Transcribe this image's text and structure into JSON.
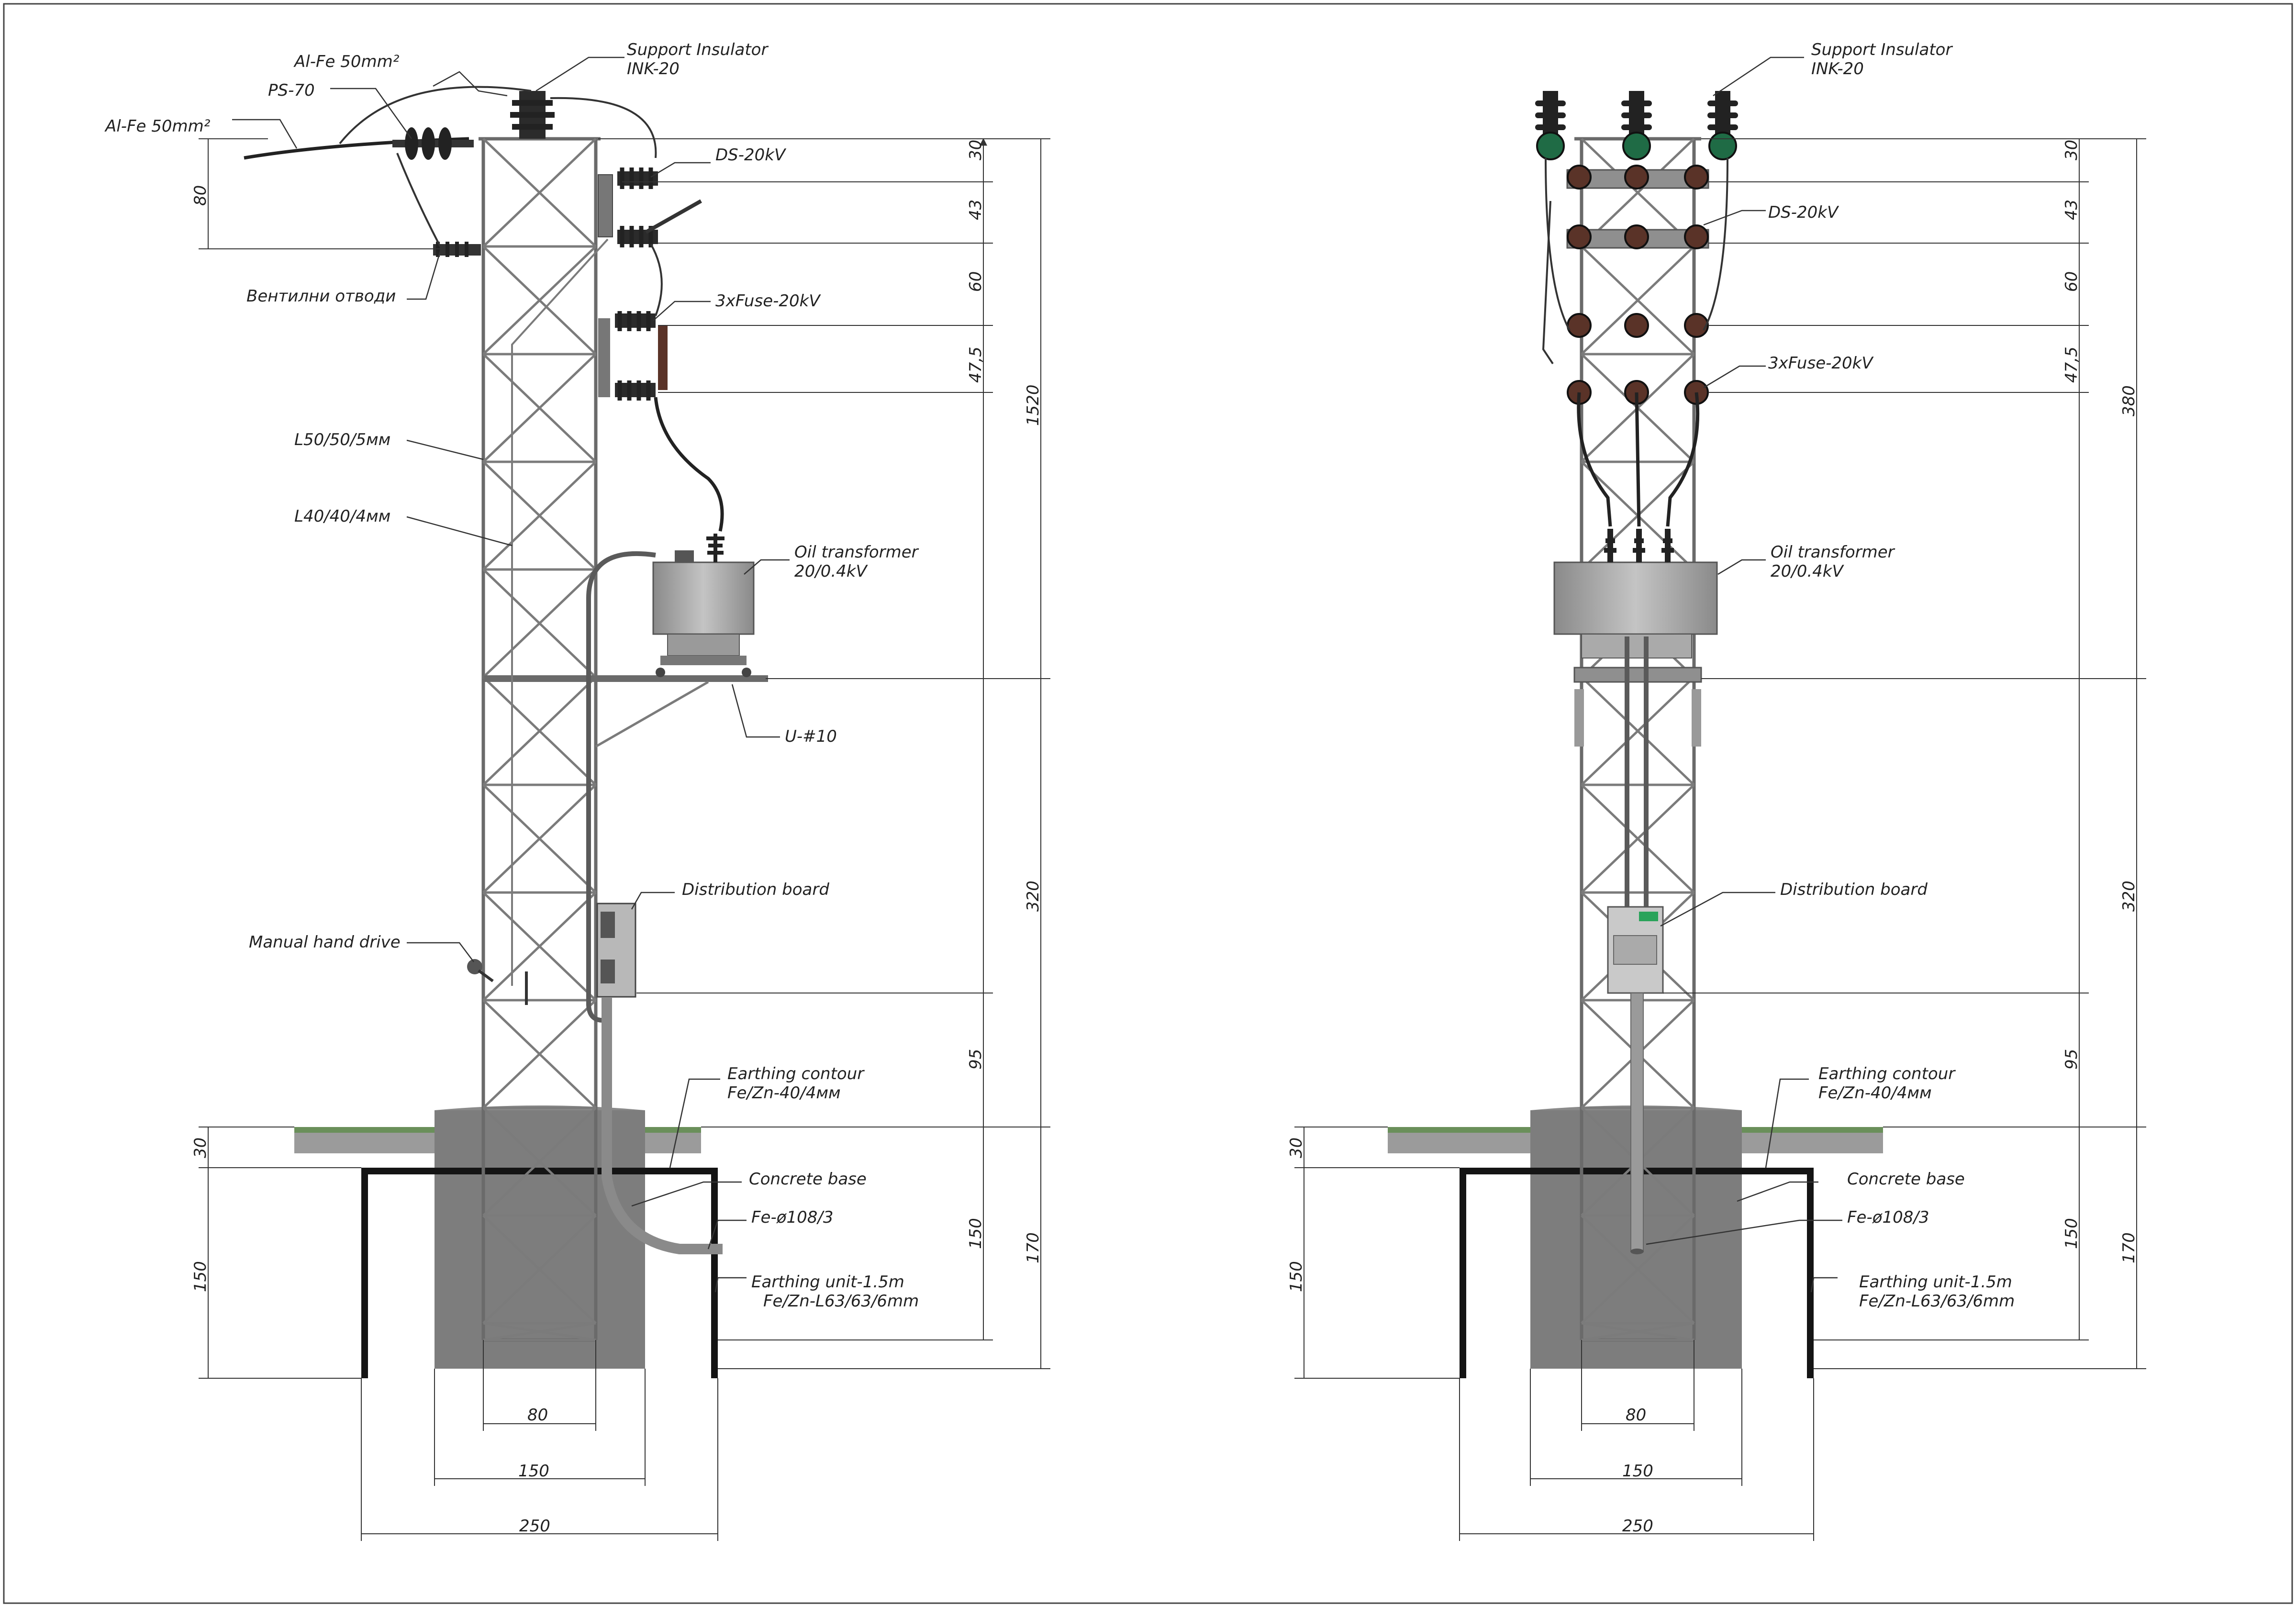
{
  "left_view": {
    "labels": {
      "support_insulator": "Support Insulator",
      "support_insulator_type": "INK-20",
      "alfe_top": "Al-Fe 50mm²",
      "ps70": "PS-70",
      "alfe_left": "Al-Fe 50mm²",
      "arresters": "Вентилни отводи",
      "ds": "DS-20kV",
      "fuse": "3xFuse-20kV",
      "l50": "L50/50/5мм",
      "l40": "L40/40/4мм",
      "transformer": "Oil transformer",
      "transformer_rating": "20/0.4kV",
      "u10": "U-#10",
      "distribution_board": "Distribution board",
      "manual_drive": "Manual hand drive",
      "earthing_contour": "Earthing contour",
      "earthing_contour_spec": "Fe/Zn-40/4мм",
      "concrete_base": "Concrete base",
      "pipe": "Fe-ø108/3",
      "earthing_unit": "Earthing unit-1.5m",
      "earthing_unit_spec": "Fe/Zn-L63/63/6mm"
    },
    "dimensions": {
      "d80_left": "80",
      "d30": "30",
      "d43": "43",
      "d60": "60",
      "d47_5": "47,5",
      "d1520": "1520",
      "d320": "320",
      "d95": "95",
      "d150_right": "150",
      "d170": "170",
      "d30_ground": "30",
      "d150_left": "150",
      "d80_base": "80",
      "d150_base": "150",
      "d250_base": "250"
    }
  },
  "right_view": {
    "labels": {
      "support_insulator": "Support Insulator",
      "support_insulator_type": "INK-20",
      "ds": "DS-20kV",
      "fuse": "3xFuse-20kV",
      "transformer": "Oil transformer",
      "transformer_rating": "20/0.4kV",
      "distribution_board": "Distribution board",
      "earthing_contour": "Earthing contour",
      "earthing_contour_spec": "Fe/Zn-40/4мм",
      "concrete_base": "Concrete base",
      "pipe": "Fe-ø108/3",
      "earthing_unit": "Earthing unit-1.5m",
      "earthing_unit_spec": "Fe/Zn-L63/63/6mm"
    },
    "dimensions": {
      "d30": "30",
      "d43": "43",
      "d60": "60",
      "d47_5": "47,5",
      "d380": "380",
      "d320": "320",
      "d95": "95",
      "d150_right": "150",
      "d170": "170",
      "d30_ground": "30",
      "d150_left": "150",
      "d80_base": "80",
      "d150_base": "150",
      "d250_base": "250"
    }
  },
  "colors": {
    "steel": "#6a6a6a",
    "cable": "#222222",
    "concrete": "#7d7d7d",
    "ground": "#9b9b9b",
    "grass": "#6a8f5a",
    "insulator_green": "#1f6b45",
    "fuse_brown": "#5a3328"
  }
}
